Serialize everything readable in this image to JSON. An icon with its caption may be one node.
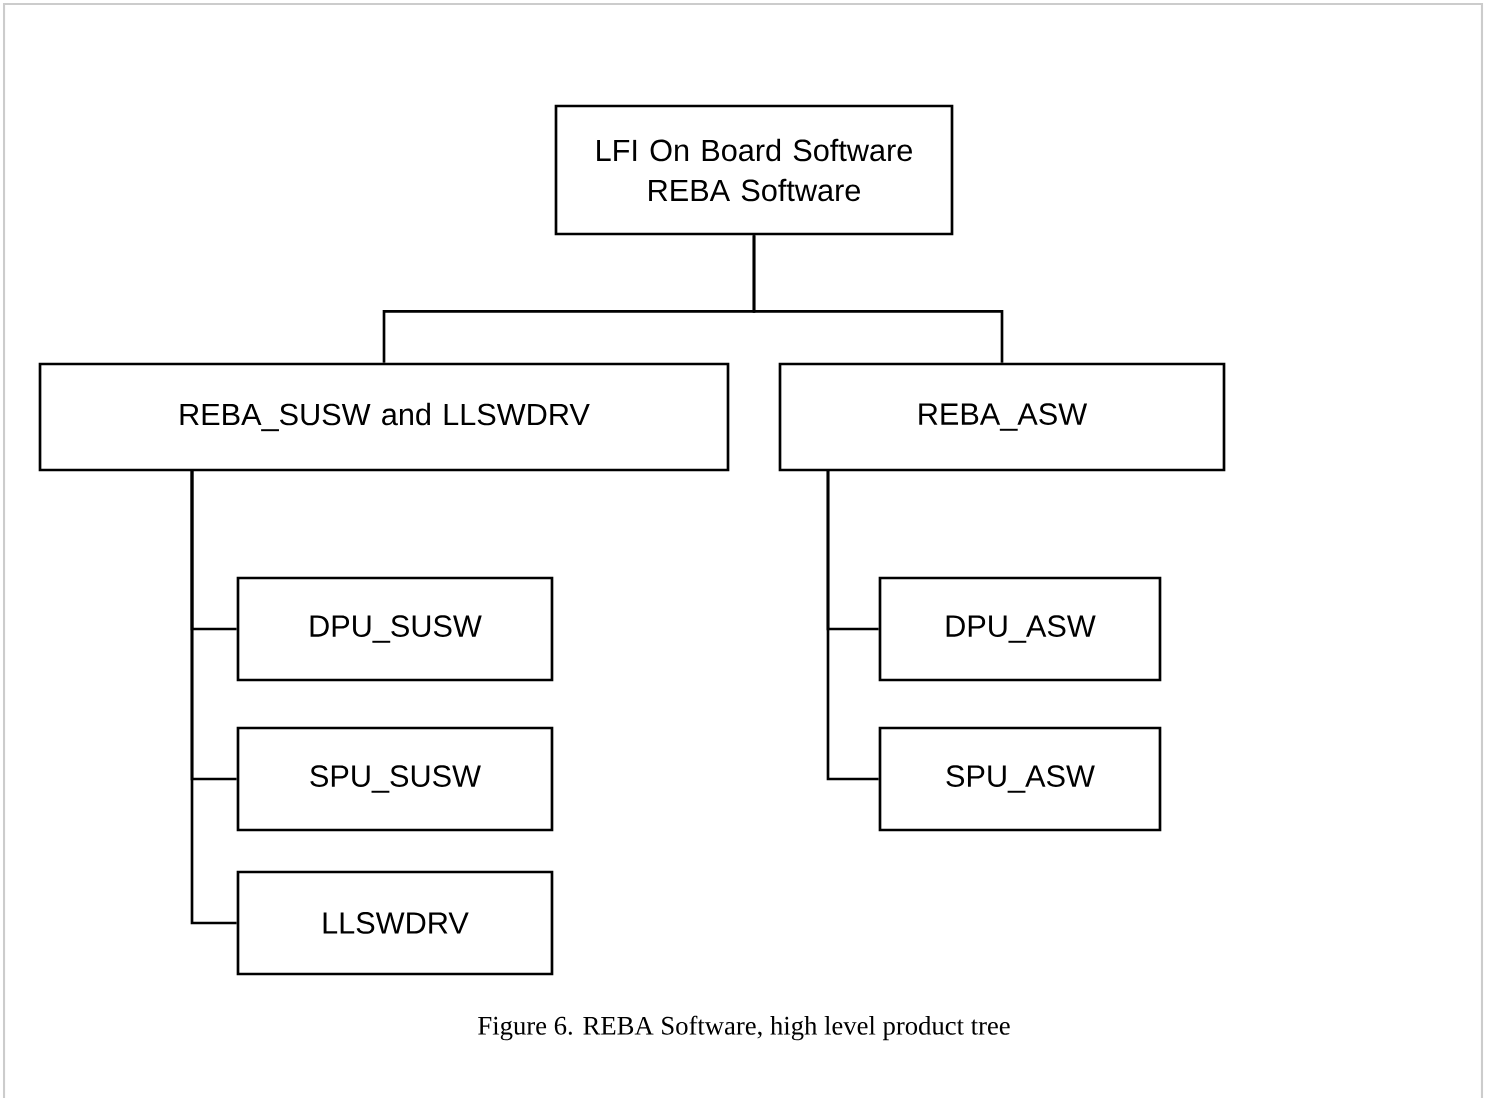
{
  "diagram": {
    "caption": "Figure 6. REBA Software, high level product tree",
    "nodes": [
      {
        "text": [
          "LFI On Board Software REBA Software"
        ]
      },
      {
        "text": [
          "REBA_SUSW and LLSWDRV"
        ]
      },
      {
        "text": [
          "REBA_ASW"
        ]
      },
      {
        "text": [
          "DPU_SUSW"
        ]
      },
      {
        "text": [
          "SPU_SUSW"
        ]
      },
      {
        "text": [
          "LLSWDRV"
        ]
      },
      {
        "text": [
          "DPU_ASW"
        ]
      },
      {
        "text": [
          "SPU_ASW"
        ]
      }
    ],
    "edges": [
      {
        "from": 0,
        "to": 1,
        "arrow": "none"
      },
      {
        "from": 0,
        "to": 2,
        "arrow": "none"
      },
      {
        "from": 1,
        "to": 3,
        "arrow": "none"
      },
      {
        "from": 1,
        "to": 4,
        "arrow": "none"
      },
      {
        "from": 1,
        "to": 5,
        "arrow": "none"
      },
      {
        "from": 2,
        "to": 6,
        "arrow": "none"
      },
      {
        "from": 2,
        "to": 7,
        "arrow": "none"
      }
    ]
  }
}
